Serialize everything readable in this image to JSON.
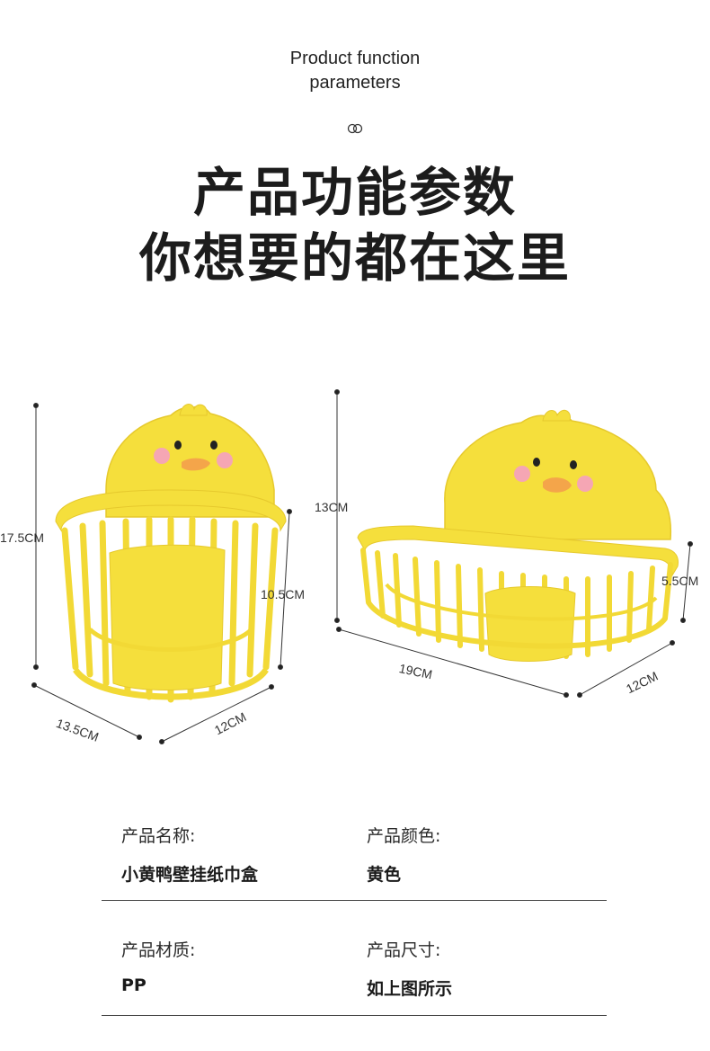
{
  "header": {
    "en_line1": "Product function",
    "en_line2": "parameters",
    "cn_line1": "产品功能参数",
    "cn_line2": "你想要的都在这里",
    "icon": "double-ring-icon"
  },
  "dimensions": {
    "small": {
      "height": "17.5CM",
      "basket_height": "10.5CM",
      "width": "13.5CM",
      "depth": "12CM"
    },
    "large": {
      "height": "13CM",
      "basket_height": "5.5CM",
      "width": "19CM",
      "depth": "12CM"
    }
  },
  "specs": {
    "name_label": "产品名称:",
    "name_value": "小黄鸭壁挂纸巾盒",
    "color_label": "产品颜色:",
    "color_value": "黄色",
    "material_label": "产品材质:",
    "material_value": "PP",
    "size_label": "产品尺寸:",
    "size_value": "如上图所示"
  },
  "colors": {
    "product_yellow": "#f5df3c",
    "product_shadow": "#e6c92d",
    "beak": "#f4a54a",
    "cheek": "#f5a6b4"
  }
}
